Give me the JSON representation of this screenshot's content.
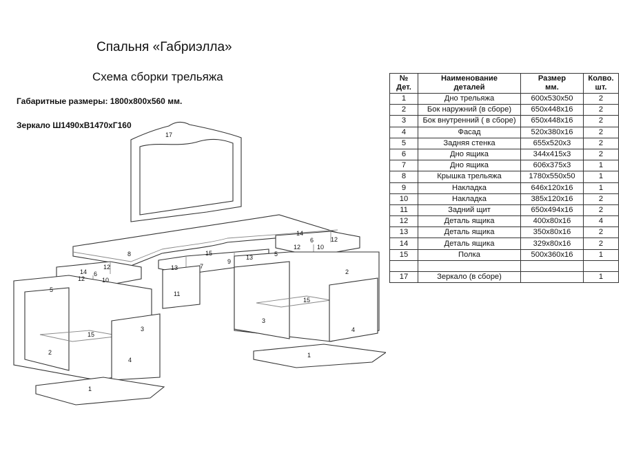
{
  "header": {
    "title": "Спальня  «Габриэлла»",
    "subtitle": "Схема сборки трельяжа",
    "dimensions": "Габаритные размеры: 1800х800х560 мм.",
    "mirror": "Зеркало Ш1490хВ1470хГ160"
  },
  "table": {
    "headers": {
      "no": [
        "№",
        "Дет."
      ],
      "name": [
        "Наименование",
        "деталей"
      ],
      "size": [
        "Размер",
        "мм."
      ],
      "qty": [
        "Колво.",
        "шт."
      ]
    },
    "rows": [
      {
        "no": "1",
        "name": "Дно трельяжа",
        "size": "600х530х50",
        "qty": "2"
      },
      {
        "no": "2",
        "name": "Бок наружний (в сборе)",
        "size": "650х448х16",
        "qty": "2"
      },
      {
        "no": "3",
        "name": "Бок внутренний ( в сборе)",
        "size": "650х448х16",
        "qty": "2"
      },
      {
        "no": "4",
        "name": "Фасад",
        "size": "520х380х16",
        "qty": "2"
      },
      {
        "no": "5",
        "name": "Задняя стенка",
        "size": "655х520х3",
        "qty": "2"
      },
      {
        "no": "6",
        "name": "Дно ящика",
        "size": "344х415х3",
        "qty": "2"
      },
      {
        "no": "7",
        "name": "Дно ящика",
        "size": "606х375х3",
        "qty": "1"
      },
      {
        "no": "8",
        "name": "Крышка трельяжа",
        "size": "1780х550х50",
        "qty": "1"
      },
      {
        "no": "9",
        "name": "Накладка",
        "size": "646х120х16",
        "qty": "1"
      },
      {
        "no": "10",
        "name": "Накладка",
        "size": "385х120х16",
        "qty": "2"
      },
      {
        "no": "11",
        "name": "Задний щит",
        "size": "650х494х16",
        "qty": "2"
      },
      {
        "no": "12",
        "name": "Деталь ящика",
        "size": "400х80х16",
        "qty": "4"
      },
      {
        "no": "13",
        "name": "Деталь ящика",
        "size": "350х80х16",
        "qty": "2"
      },
      {
        "no": "14",
        "name": "Деталь ящика",
        "size": "329х80х16",
        "qty": "2"
      },
      {
        "no": "15",
        "name": "Полка",
        "size": "500х360х16",
        "qty": "1"
      },
      {
        "no": "",
        "name": "",
        "size": "",
        "qty": ""
      },
      {
        "no": "17",
        "name": "Зеркало (в сборе)",
        "size": "",
        "qty": "1"
      }
    ]
  },
  "drawing_labels": {
    "mirror": "17",
    "top": "8",
    "drawer_bottom": "7",
    "overlay_center": "9",
    "back_panel": "11",
    "part_13": "13",
    "part_15": "15",
    "part_14": "14",
    "part_12": "12",
    "part_6": "6",
    "part_10": "10",
    "part_5": "5",
    "part_2": "2",
    "part_3": "3",
    "part_4": "4",
    "part_1": "1"
  }
}
